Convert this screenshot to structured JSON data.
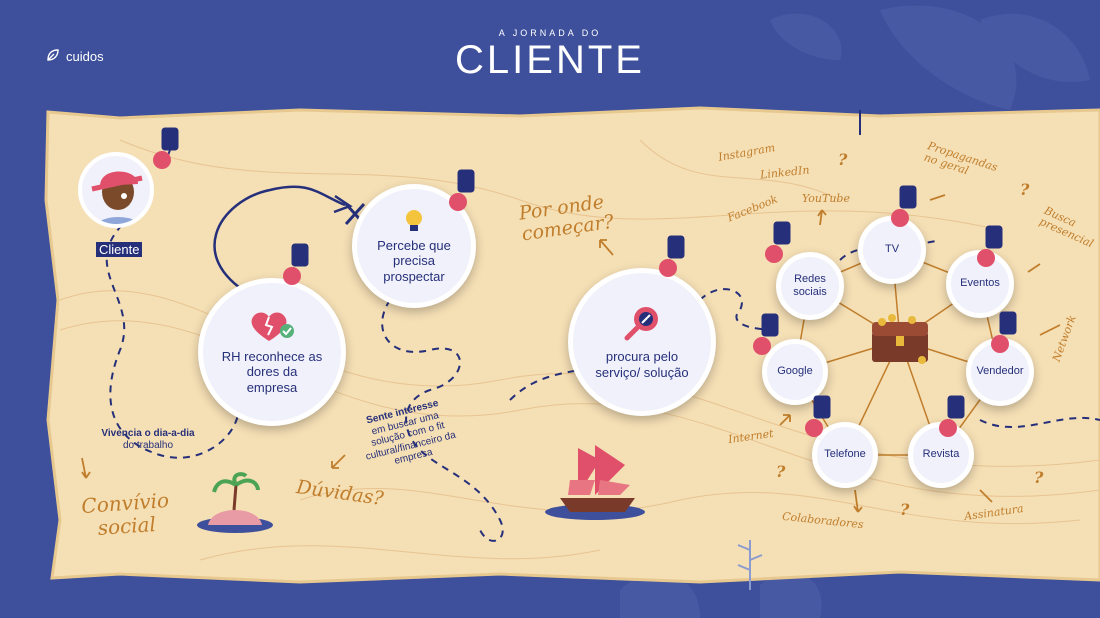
{
  "brand": {
    "name": "cuidos",
    "icon": "leaf-icon"
  },
  "header": {
    "subtitle": "A JORNADA DO",
    "title": "CLIENTE"
  },
  "colors": {
    "background": "#3e4f9b",
    "parchment": "#f5dfb5",
    "ink": "#26307a",
    "accent": "#c07e2c",
    "pin": "#e0506a"
  },
  "persona": {
    "label": "Cliente"
  },
  "nodes": {
    "rh": "RH reconhece as dores da empresa",
    "percebe": "Percebe que precisa prospectar",
    "procura": "procura pelo serviço/ solução",
    "redes": "Redes sociais",
    "tv": "TV",
    "eventos": "Eventos",
    "google": "Google",
    "vendedor": "Vendedor",
    "telefone": "Telefone",
    "revista": "Revista"
  },
  "notes": {
    "vivencia_bold": "Vivencia o dia-a-dia",
    "vivencia_rest": "do trabalho",
    "sente_bold": "Sente interesse",
    "sente_rest": "em buscar uma solução com o fit cultural/financeiro da empresa"
  },
  "cursive": {
    "por_onde": "Por onde começar?",
    "duvidas": "Dúvidas?",
    "convivio": "Convívio social",
    "instagram": "Instagram",
    "linkedin": "LinkedIn",
    "facebook": "Facebook",
    "youtube": "YouTube",
    "propagandas": "Propagandas no geral",
    "busca": "Busca presencial",
    "network": "Network",
    "internet": "Internet",
    "colaboradores": "Colaboradores",
    "assinatura": "Assinatura"
  },
  "question_mark": "?"
}
